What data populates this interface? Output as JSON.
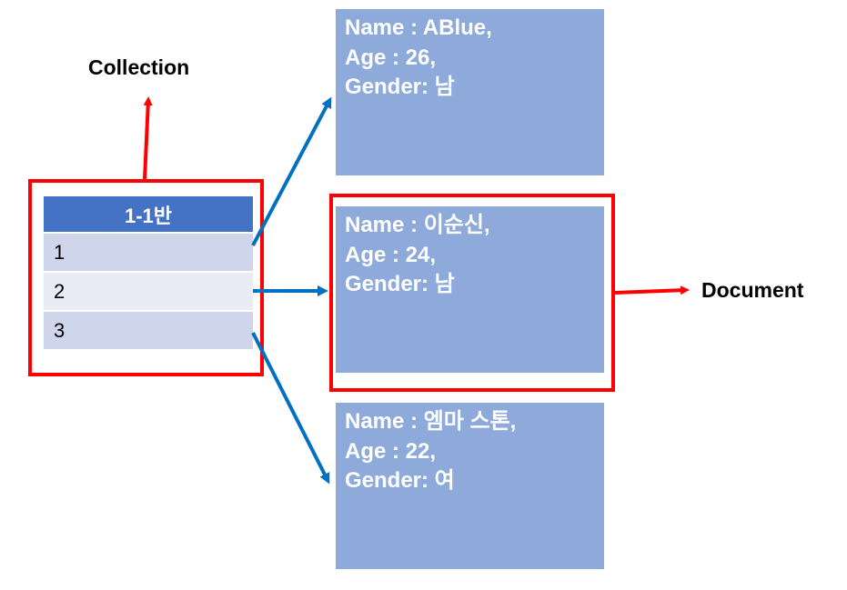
{
  "labels": {
    "collection": "Collection",
    "document": "Document"
  },
  "collection_table": {
    "header": "1-1반",
    "rows": [
      "1",
      "2",
      "3"
    ]
  },
  "documents": [
    {
      "name_line": "Name : ABlue,",
      "age_line": "Age : 26,",
      "gender_line": "Gender: 남"
    },
    {
      "name_line": "Name : 이순신,",
      "age_line": "Age : 24,",
      "gender_line": "Gender: 남"
    },
    {
      "name_line": "Name : 엠마 스톤,",
      "age_line": "Age : 22,",
      "gender_line": "Gender: 여"
    }
  ],
  "colors": {
    "highlight": "#ff0000",
    "connector": "#0070c0",
    "document_fill": "#8eaadb",
    "table_header": "#4472c4",
    "table_row_odd": "#cfd5ea",
    "table_row_even": "#e9ebf5"
  }
}
